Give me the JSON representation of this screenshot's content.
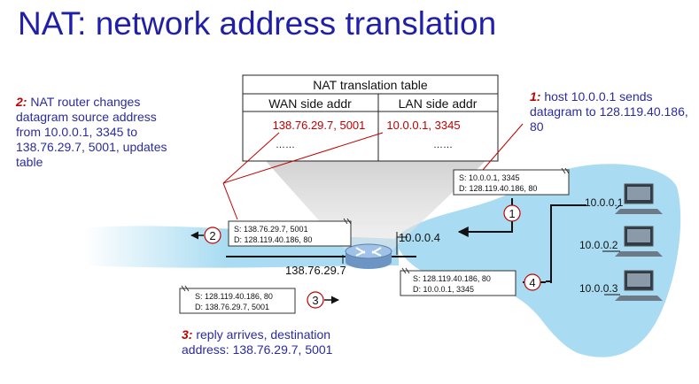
{
  "title": "NAT: network address translation",
  "table": {
    "title": "NAT translation table",
    "col_wan": "WAN side addr",
    "col_lan": "LAN side addr",
    "row_wan": "138.76.29.7, 5001",
    "row_lan": "10.0.0.1, 3345",
    "ellipsis_wan": "……",
    "ellipsis_lan": "……"
  },
  "notes": {
    "n1_num": "1:",
    "n1_text": "host 10.0.0.1 sends datagram to 128.119.40.186, 80",
    "n2_num": "2:",
    "n2_text": "NAT router changes datagram source address from 10.0.0.1, 3345 to 138.76.29.7, 5001, updates table",
    "n3_num": "3:",
    "n3_text": "reply arrives, destination address: 138.76.29.7, 5001"
  },
  "packets": {
    "p1": {
      "s": "S: 10.0.0.1, 3345",
      "d": "D: 128.119.40.186, 80"
    },
    "p2": {
      "s": "S: 138.76.29.7, 5001",
      "d": "D: 128.119.40.186, 80"
    },
    "p3": {
      "s": "S: 128.119.40.186, 80",
      "d": "D: 138.76.29.7, 5001"
    },
    "p4": {
      "s": "S: 128.119.40.186, 80",
      "d": "D: 10.0.0.1, 3345"
    }
  },
  "steps": [
    "1",
    "2",
    "3",
    "4"
  ],
  "addresses": {
    "router_lan": "10.0.0.4",
    "router_wan": "138.76.29.7",
    "host1": "10.0.0.1",
    "host2": "10.0.0.2",
    "host3": "10.0.0.3"
  },
  "colors": {
    "title": "#1f1fa8",
    "note_text": "#2b2ba0",
    "accent_red": "#c00000",
    "lan_blue": "#a9dcf2",
    "router": "#8fb4dc"
  }
}
